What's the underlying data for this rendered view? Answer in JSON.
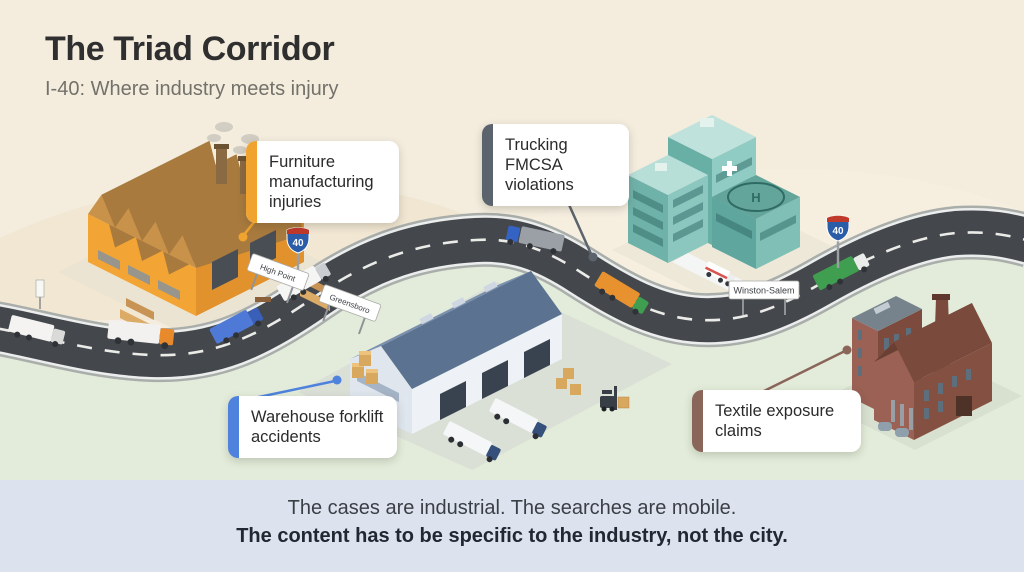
{
  "header": {
    "title": "The Triad Corridor",
    "subtitle": "I-40: Where industry meets injury"
  },
  "callouts": {
    "furniture": {
      "label": "Furniture manufacturing injuries",
      "accent": "#F0A32E"
    },
    "trucking": {
      "label": "Trucking FMCSA violations",
      "accent": "#5B636C"
    },
    "warehouse": {
      "label": "Warehouse forklift accidents",
      "accent": "#4E82DC"
    },
    "textile": {
      "label": "Textile exposure claims",
      "accent": "#8A655A"
    }
  },
  "signs": {
    "high_point": "High Point",
    "greensboro": "Greensboro",
    "winston_salem": "Winston-Salem",
    "interstate_number": "40",
    "helipad_letter": "H"
  },
  "footer": {
    "line1": "The cases are industrial. The searches are mobile.",
    "line2": "The content has to be specific to the industry, not the city."
  },
  "colors": {
    "background_top": "#F4EDDE",
    "background_field": "#E3ECDA",
    "footer_band": "#DDE3EE",
    "road_asphalt": "#43474C"
  }
}
